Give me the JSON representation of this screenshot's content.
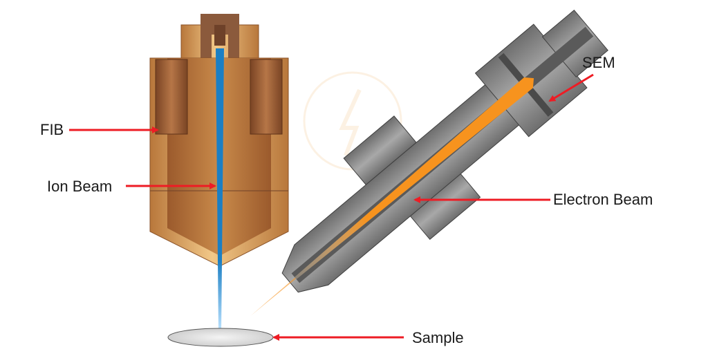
{
  "labels": {
    "fib": "FIB",
    "ion_beam": "Ion Beam",
    "sem": "SEM",
    "electron_beam": "Electron Beam",
    "sample": "Sample"
  },
  "colors": {
    "arrow": "#ee1c24",
    "ion_beam": "#1b7fc4",
    "electron_beam": "#f7931e",
    "fib_body": "#d9a35f",
    "fib_dark": "#9b5a2c",
    "sem_body": "#8a8a8a",
    "sem_dark": "#555555"
  }
}
